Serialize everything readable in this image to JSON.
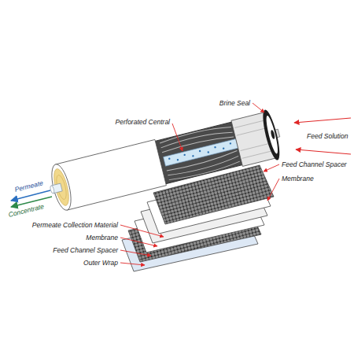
{
  "diagram": {
    "labels": [
      "Brine Seal",
      "Feed Solution",
      "Perforated Central",
      "Feed Channel Spacer",
      "Membrane",
      "Permeate",
      "Concentrate",
      "Permeate Collection Material",
      "Membrane",
      "Feed Channel Spacer",
      "Outer Wrap"
    ]
  }
}
